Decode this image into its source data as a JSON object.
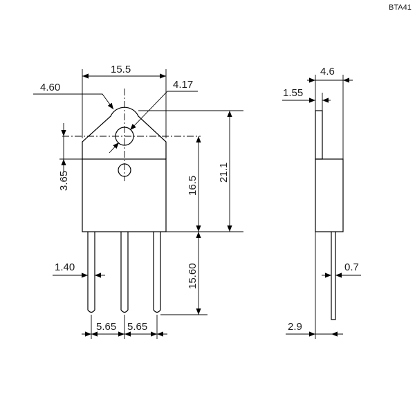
{
  "title": "BTA41",
  "dims": {
    "width_body": "15.5",
    "tab_radius": "4.60",
    "hole_dia": "4.17",
    "hole_offset": "3.65",
    "body_height": "16.5",
    "total_height": "21.1",
    "lead_length": "15.60",
    "lead_width": "1.40",
    "pitch_left": "5.65",
    "pitch_right": "5.65",
    "thickness": "4.6",
    "tab_thickness": "1.55",
    "lead_thickness": "0.7",
    "lead_offset": "2.9"
  }
}
